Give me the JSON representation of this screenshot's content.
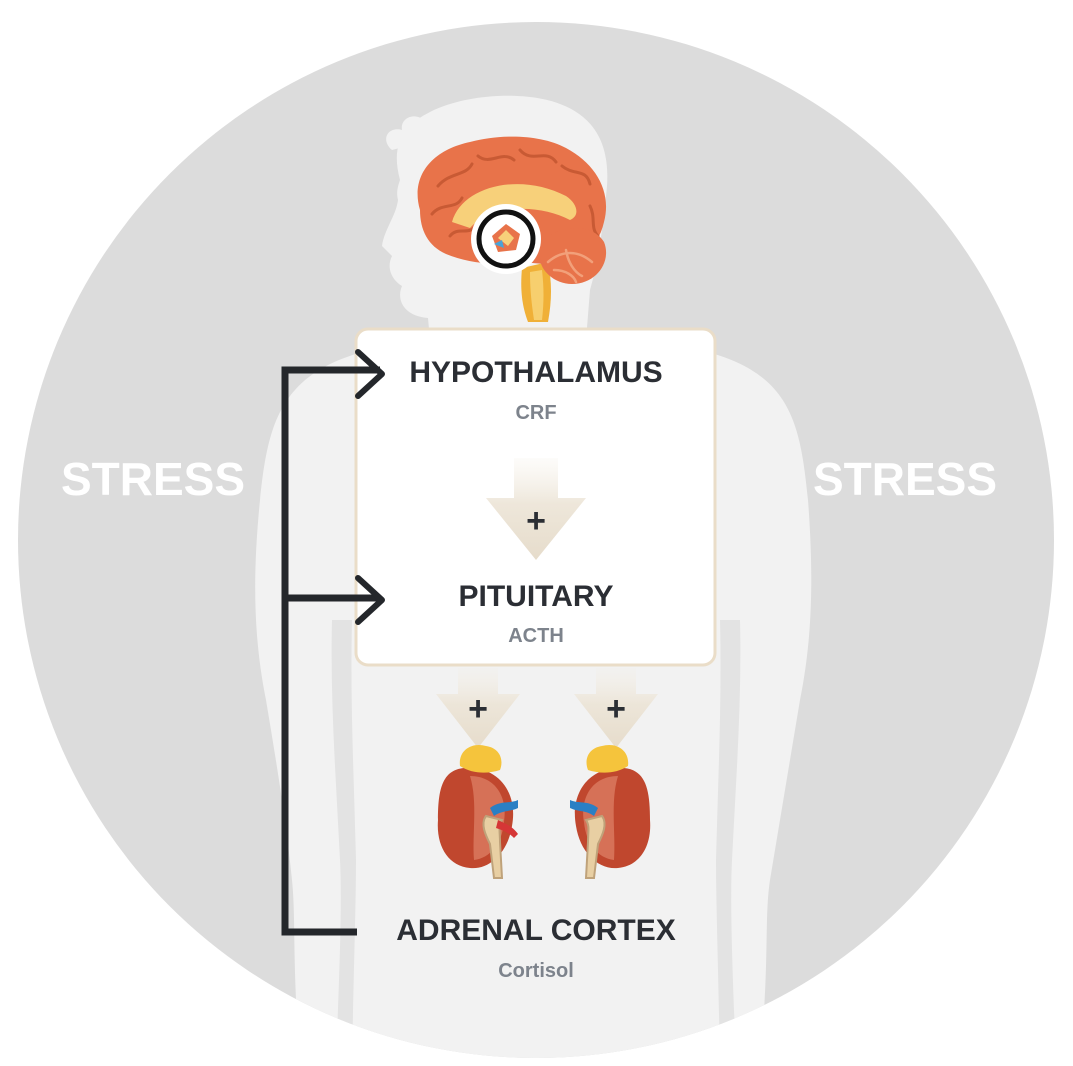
{
  "diagram": {
    "side_labels": {
      "left": "STRESS",
      "right": "STRESS"
    },
    "stages": {
      "hypothalamus": {
        "title": "HYPOTHALAMUS",
        "hormone": "CRF"
      },
      "pituitary": {
        "title": "PITUITARY",
        "hormone": "ACTH"
      },
      "adrenal_cortex": {
        "title": "ADRENAL CORTEX",
        "hormone": "Cortisol"
      }
    },
    "stimulation_sign": "+",
    "colors": {
      "circle": "#dcdcdc",
      "silhouette": "#f2f2f2",
      "stress_text": "#ffffff",
      "box_border": "#eaddc8",
      "arrow_fill": "#e9e1d3",
      "feedback_line": "#24272b",
      "title_text": "#2b2e34",
      "subtitle_text": "#7d838c",
      "brain": "#e8734a",
      "kidney": "#c0472e",
      "adrenal_gland": "#f5c43c"
    },
    "icons": [
      "brain-icon",
      "hypothalamus-target-icon",
      "kidney-icon",
      "adrenal-gland-icon"
    ]
  }
}
